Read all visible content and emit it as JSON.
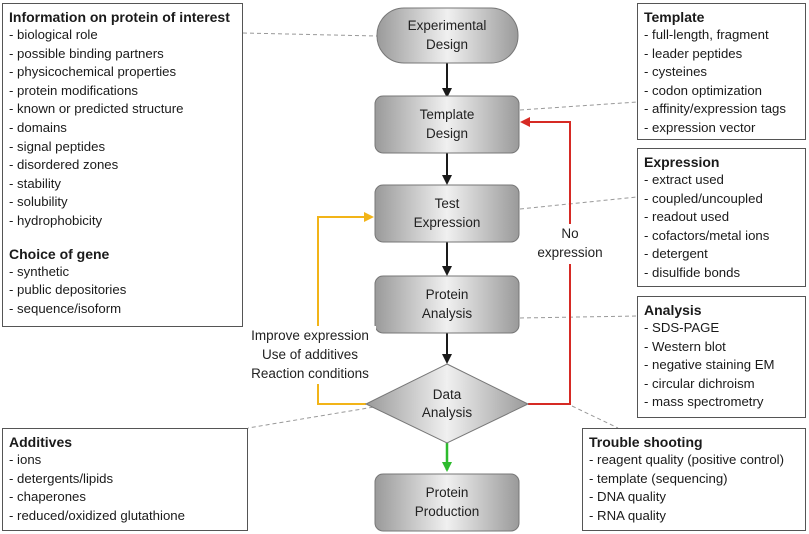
{
  "nodes": {
    "experimental_design": [
      "Experimental",
      "Design"
    ],
    "template_design": [
      "Template",
      "Design"
    ],
    "test_expression": [
      "Test",
      "Expression"
    ],
    "protein_analysis": [
      "Protein",
      "Analysis"
    ],
    "data_analysis": [
      "Data",
      "Analysis"
    ],
    "protein_production": [
      "Protein",
      "Production"
    ]
  },
  "edge_labels": {
    "no_expression": [
      "No",
      "expression"
    ],
    "improve": [
      "Improve expression",
      "Use of additives",
      "Reaction conditions"
    ]
  },
  "colors": {
    "red": "#d62a24",
    "yellow": "#f2b418",
    "green": "#2dbb2d",
    "arrow": "#1a1a1a",
    "panel_border": "#555555",
    "connector": "#999999"
  },
  "panels": {
    "protein_info": {
      "title": "Information on protein of interest",
      "items": [
        "- biological role",
        "- possible binding partners",
        "- physicochemical properties",
        "- protein modifications",
        "- known or predicted structure",
        "- domains",
        "- signal peptides",
        "- disordered zones",
        "- stability",
        "- solubility",
        "- hydrophobicity"
      ],
      "title2": "Choice of gene",
      "items2": [
        "- synthetic",
        "- public depositories",
        "- sequence/isoform"
      ]
    },
    "template": {
      "title": "Template",
      "items": [
        "- full-length, fragment",
        "- leader peptides",
        "- cysteines",
        "- codon optimization",
        "- affinity/expression tags",
        "- expression vector"
      ]
    },
    "expression": {
      "title": "Expression",
      "items": [
        "- extract used",
        "- coupled/uncoupled",
        "- readout used",
        "- cofactors/metal ions",
        "- detergent",
        "- disulfide bonds"
      ]
    },
    "analysis": {
      "title": "Analysis",
      "items": [
        "- SDS-PAGE",
        "- Western blot",
        "- negative staining EM",
        "- circular dichroism",
        "- mass spectrometry"
      ]
    },
    "additives": {
      "title": "Additives",
      "items": [
        "- ions",
        "- detergents/lipids",
        "- chaperones",
        "- reduced/oxidized glutathione"
      ]
    },
    "trouble": {
      "title": "Trouble shooting",
      "items": [
        "- reagent quality (positive control)",
        "- template (sequencing)",
        "- DNA quality",
        "- RNA quality"
      ]
    }
  }
}
